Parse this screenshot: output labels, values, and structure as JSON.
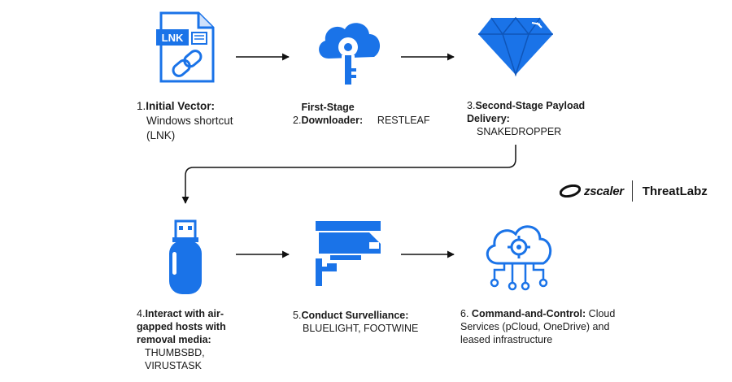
{
  "colors": {
    "accent": "#1a73e8",
    "accent_dark": "#1257c7",
    "line": "#111111"
  },
  "steps": [
    {
      "number": "1.",
      "title": "Initial Vector:",
      "body": "Windows shortcut (LNK)",
      "icon": "lnk-file-icon",
      "icon_text": "LNK"
    },
    {
      "number": "2.",
      "title": "First-Stage Downloader:",
      "body": "RESTLEAF",
      "icon": "cloud-key-icon"
    },
    {
      "number": "3.",
      "title": "Second-Stage Payload Delivery:",
      "body": "SNAKEDROPPER",
      "icon": "diamond-icon"
    },
    {
      "number": "4.",
      "title": "Interact with air-gapped hosts with removal media:",
      "body": "THUMBSBD, VIRUSTASK",
      "icon": "usb-drive-icon"
    },
    {
      "number": "5.",
      "title": "Conduct Survelliance:",
      "body": "BLUELIGHT, FOOTWINE",
      "icon": "security-camera-icon"
    },
    {
      "number": "6.",
      "title": "Command-and-Control:",
      "body": "Cloud Services (pCloud, OneDrive) and leased infrastructure",
      "icon": "cloud-gear-network-icon"
    }
  ],
  "brand": {
    "vendor": "zscaler",
    "label": "ThreatLabz"
  }
}
